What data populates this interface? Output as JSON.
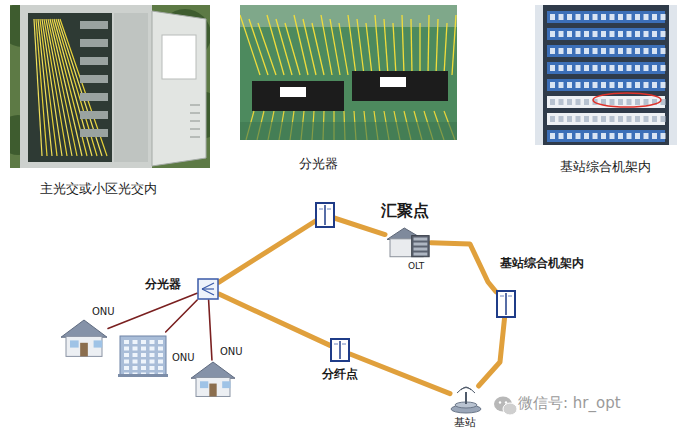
{
  "diagram": {
    "nodes": [
      {
        "text": [
          "主光交或小区光交内"
        ]
      },
      {
        "text": [
          "分光器"
        ]
      },
      {
        "text": [
          "基站综合机架内"
        ]
      },
      {
        "text": [
          "分光器"
        ]
      },
      {
        "text": [
          "ONU"
        ]
      },
      {
        "text": [
          "ONU"
        ]
      },
      {
        "text": [
          "ONU"
        ]
      },
      {
        "text": [
          "汇聚点",
          "OLT"
        ]
      },
      {
        "text": [
          "基站综合机架内"
        ]
      },
      {
        "text": [
          "基站"
        ]
      },
      {
        "text": [
          "分纤点"
        ]
      }
    ],
    "edges": [
      {
        "from": 3,
        "to": 7,
        "arrow": "none"
      },
      {
        "from": 7,
        "to": 8,
        "arrow": "none"
      },
      {
        "from": 8,
        "to": 9,
        "arrow": "none"
      },
      {
        "from": 9,
        "to": 10,
        "arrow": "none"
      },
      {
        "from": 10,
        "to": 3,
        "arrow": "none"
      },
      {
        "from": 3,
        "to": 4,
        "arrow": "none"
      },
      {
        "from": 3,
        "to": 5,
        "arrow": "none"
      },
      {
        "from": 3,
        "to": 6,
        "arrow": "none"
      }
    ],
    "labels": [
      "微信号: hr_opt"
    ]
  }
}
